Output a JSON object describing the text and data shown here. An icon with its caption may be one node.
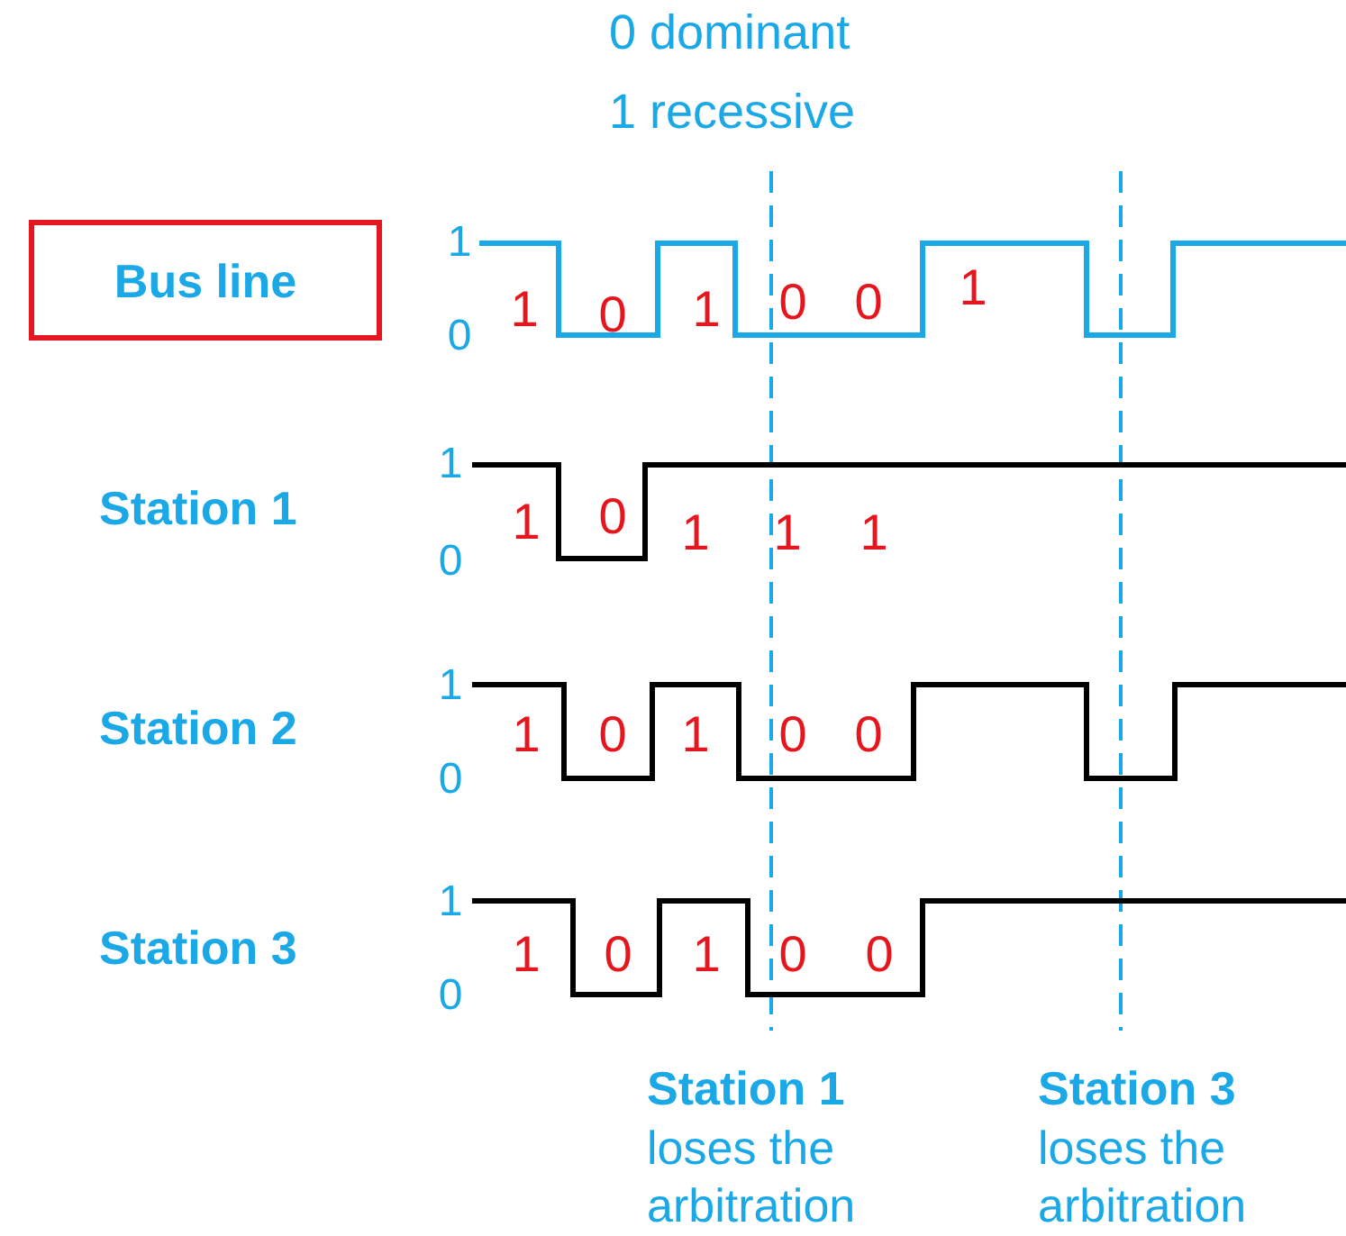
{
  "diagram": {
    "nodes": [
      {
        "text": [
          "Bus line"
        ]
      }
    ],
    "labels": [
      "0 dominant",
      "1 recessive",
      "1",
      "0",
      "1",
      "0",
      "1",
      "0",
      "0",
      "1",
      "Station 1",
      "1",
      "0",
      "1",
      "0",
      "1",
      "1",
      "1",
      "Station 2",
      "1",
      "0",
      "1",
      "0",
      "1",
      "0",
      "0",
      "Station 3",
      "1",
      "0",
      "1",
      "0",
      "1",
      "0",
      "0",
      "Station 1",
      "loses the arbitration",
      "Station 3",
      "loses the arbitration"
    ]
  }
}
